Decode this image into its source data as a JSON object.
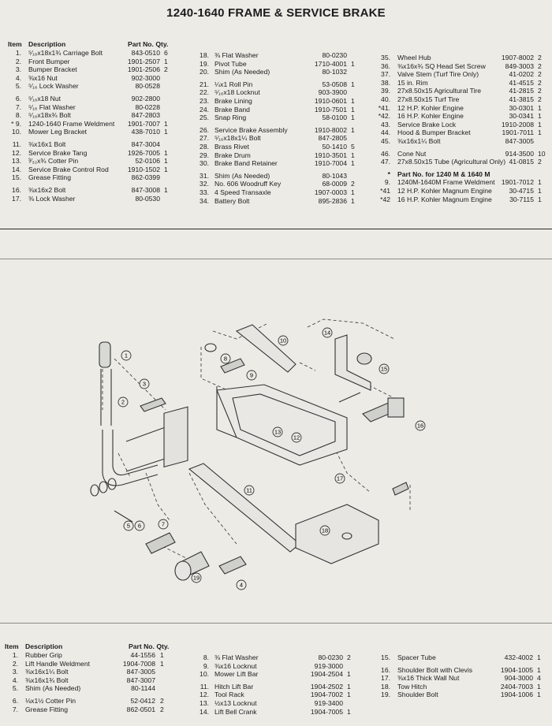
{
  "title": "1240-1640 FRAME & SERVICE BRAKE",
  "top_parts": {
    "header": {
      "item": "Item",
      "description": "Description",
      "part_qty": "Part No. Qty."
    },
    "col1": [
      {
        "n": "1.",
        "d": "⁵⁄₁₆x18x1¾ Carriage Bolt",
        "p": "843-0510",
        "q": "6"
      },
      {
        "n": "2.",
        "d": "Front Bumper",
        "p": "1901-2507",
        "q": "1"
      },
      {
        "n": "3.",
        "d": "Bumper Bracket",
        "p": "1901-2506",
        "q": "2"
      },
      {
        "n": "4.",
        "d": "⅜x16 Nut",
        "p": "902-3000",
        "q": ""
      },
      {
        "n": "5.",
        "d": "⁵⁄₁₆ Lock Washer",
        "p": "80-0528",
        "q": ""
      },
      {
        "n": "6.",
        "d": "⁵⁄₁₆x18 Nut",
        "p": "902-2800",
        "q": "",
        "gap": true
      },
      {
        "n": "7.",
        "d": "⁵⁄₁₆ Flat Washer",
        "p": "80-0228",
        "q": ""
      },
      {
        "n": "8.",
        "d": "⁵⁄₁₆x18x¾ Bolt",
        "p": "847-2803",
        "q": ""
      },
      {
        "n": "* 9.",
        "d": "1240-1640 Frame Weldment",
        "p": "1901-7007",
        "q": "1"
      },
      {
        "n": "10.",
        "d": "Mower Leg Bracket",
        "p": "438-7010",
        "q": "1"
      },
      {
        "n": "11.",
        "d": "⅜x16x1 Bolt",
        "p": "847-3004",
        "q": "",
        "gap": true
      },
      {
        "n": "12.",
        "d": "Service Brake Tang",
        "p": "1926-7005",
        "q": "1"
      },
      {
        "n": "13.",
        "d": "³⁄₃₂x¾ Cotter Pin",
        "p": "52-0106",
        "q": "1"
      },
      {
        "n": "14.",
        "d": "Service Brake Control Rod",
        "p": "1910-1502",
        "q": "1"
      },
      {
        "n": "15.",
        "d": "Grease Fitting",
        "p": "862-0399",
        "q": ""
      },
      {
        "n": "16.",
        "d": "⅜x16x2 Bolt",
        "p": "847-3008",
        "q": "1",
        "gap": true
      },
      {
        "n": "17.",
        "d": "⅜ Lock Washer",
        "p": "80-0530",
        "q": ""
      }
    ],
    "col2": [
      {
        "n": "18.",
        "d": "⅜ Flat Washer",
        "p": "80-0230",
        "q": ""
      },
      {
        "n": "19.",
        "d": "Pivot Tube",
        "p": "1710-4001",
        "q": "1"
      },
      {
        "n": "20.",
        "d": "Shim (As Needed)",
        "p": "80-1032",
        "q": ""
      },
      {
        "n": "21.",
        "d": "¼x1 Roll Pin",
        "p": "53-0508",
        "q": "1",
        "gap": true
      },
      {
        "n": "22.",
        "d": "⁵⁄₁₆x18 Locknut",
        "p": "903-3900",
        "q": ""
      },
      {
        "n": "23.",
        "d": "Brake Lining",
        "p": "1910-0601",
        "q": "1"
      },
      {
        "n": "24.",
        "d": "Brake Band",
        "p": "1910-7501",
        "q": "1"
      },
      {
        "n": "25.",
        "d": "Snap Ring",
        "p": "58-0100",
        "q": "1"
      },
      {
        "n": "26.",
        "d": "Service Brake Assembly",
        "p": "1910-8002",
        "q": "1",
        "gap": true
      },
      {
        "n": "27.",
        "d": "⁵⁄₁₆x18x1¼ Bolt",
        "p": "847-2805",
        "q": ""
      },
      {
        "n": "28.",
        "d": "Brass Rivet",
        "p": "50-1410",
        "q": "5"
      },
      {
        "n": "29.",
        "d": "Brake Drum",
        "p": "1910-3501",
        "q": "1"
      },
      {
        "n": "30.",
        "d": "Brake Band Retainer",
        "p": "1910-7004",
        "q": "1"
      },
      {
        "n": "31.",
        "d": "Shim (As Needed)",
        "p": "80-1043",
        "q": "",
        "gap": true
      },
      {
        "n": "32.",
        "d": "No. 606 Woodruff Key",
        "p": "68-0009",
        "q": "2"
      },
      {
        "n": "33.",
        "d": "4 Speed Transaxle",
        "p": "1907-0003",
        "q": "1"
      },
      {
        "n": "34.",
        "d": "Battery Bolt",
        "p": "895-2836",
        "q": "1"
      }
    ],
    "col3": [
      {
        "n": "35.",
        "d": "Wheel Hub",
        "p": "1907-8002",
        "q": "2"
      },
      {
        "n": "36.",
        "d": "⅜x16x¾ SQ Head Set Screw",
        "p": "849-3003",
        "q": "2"
      },
      {
        "n": "37.",
        "d": "Valve Stem (Turf Tire Only)",
        "p": "41-0202",
        "q": "2"
      },
      {
        "n": "38.",
        "d": "15 in. Rim",
        "p": "41-4515",
        "q": "2"
      },
      {
        "n": "39.",
        "d": "27x8.50x15 Agricultural Tire",
        "p": "41-2815",
        "q": "2"
      },
      {
        "n": "40.",
        "d": "27x8.50x15 Turf Tire",
        "p": "41-3815",
        "q": "2"
      },
      {
        "n": "*41.",
        "d": "12 H.P. Kohler Engine",
        "p": "30-0301",
        "q": "1"
      },
      {
        "n": "*42.",
        "d": "16 H.P. Kohler Engine",
        "p": "30-0341",
        "q": "1"
      },
      {
        "n": "43.",
        "d": "Service Brake Lock",
        "p": "1910-2008",
        "q": "1"
      },
      {
        "n": "44.",
        "d": "Hood & Bumper Bracket",
        "p": "1901-7011",
        "q": "1"
      },
      {
        "n": "45.",
        "d": "⅜x16x1¼ Bolt",
        "p": "847-3005",
        "q": ""
      },
      {
        "n": "46.",
        "d": "Cone Nut",
        "p": "914-3500",
        "q": "10",
        "gap": true
      },
      {
        "n": "47.",
        "d": "27x8.50x15 Tube (Agricultural Only)",
        "p": "41-0815",
        "q": "2"
      },
      {
        "n": "*",
        "d": "Part No. for 1240 M & 1640 M",
        "p": "",
        "q": "",
        "gap": true,
        "bold": true
      },
      {
        "n": "9.",
        "d": "1240M-1640M Frame Weldment",
        "p": "1901-7012",
        "q": "1"
      },
      {
        "n": "*41",
        "d": "12 H.P. Kohler Magnum Engine",
        "p": "30-4715",
        "q": "1"
      },
      {
        "n": "*42",
        "d": "16 H.P. Kohler Magnum Engine",
        "p": "30-7115",
        "q": "1"
      }
    ]
  },
  "bottom_parts": {
    "header": {
      "item": "Item",
      "description": "Description",
      "part_qty": "Part No. Qty."
    },
    "col1": [
      {
        "n": "1.",
        "d": "Rubber Grip",
        "p": "44-1556",
        "q": "1"
      },
      {
        "n": "2.",
        "d": "Lift Handle Weldment",
        "p": "1904-7008",
        "q": "1"
      },
      {
        "n": "3.",
        "d": "⅜x16x1¼ Bolt",
        "p": "847-3005",
        "q": ""
      },
      {
        "n": "4.",
        "d": "⅜x16x1¾ Bolt",
        "p": "847-3007",
        "q": ""
      },
      {
        "n": "5.",
        "d": "Shim (As Needed)",
        "p": "80-1144",
        "q": ""
      },
      {
        "n": "6.",
        "d": "⅛x1½ Cotter Pin",
        "p": "52-0412",
        "q": "2",
        "gap": true
      },
      {
        "n": "7.",
        "d": "Grease Fitting",
        "p": "862-0501",
        "q": "2"
      }
    ],
    "col2": [
      {
        "n": "8.",
        "d": "⅜ Flat Washer",
        "p": "80-0230",
        "q": "2"
      },
      {
        "n": "9.",
        "d": "⅜x16 Locknut",
        "p": "919-3000",
        "q": ""
      },
      {
        "n": "10.",
        "d": "Mower Lift Bar",
        "p": "1904-2504",
        "q": "1"
      },
      {
        "n": "11.",
        "d": "Hitch Lift Bar",
        "p": "1904-2502",
        "q": "1",
        "gap": true
      },
      {
        "n": "12.",
        "d": "Tool Rack",
        "p": "1904-7002",
        "q": "1"
      },
      {
        "n": "13.",
        "d": "½x13 Locknut",
        "p": "919-3400",
        "q": ""
      },
      {
        "n": "14.",
        "d": "Lift Bell Crank",
        "p": "1904-7005",
        "q": "1"
      }
    ],
    "col3": [
      {
        "n": "15.",
        "d": "Spacer Tube",
        "p": "432-4002",
        "q": "1"
      },
      {
        "n": "16.",
        "d": "Shoulder Bolt with Clevis",
        "p": "1904-1005",
        "q": "1",
        "gap": true
      },
      {
        "n": "17.",
        "d": "⅜x16 Thick Wall Nut",
        "p": "904-3000",
        "q": "4"
      },
      {
        "n": "18.",
        "d": "Tow Hitch",
        "p": "2404-7003",
        "q": "1"
      },
      {
        "n": "19.",
        "d": "Shoulder Bolt",
        "p": "1904-1006",
        "q": "1"
      }
    ]
  },
  "callouts": [
    "1",
    "2",
    "3",
    "4",
    "5",
    "6",
    "7",
    "8",
    "9",
    "10",
    "11",
    "12",
    "13",
    "14",
    "15",
    "16",
    "17",
    "18",
    "19"
  ]
}
